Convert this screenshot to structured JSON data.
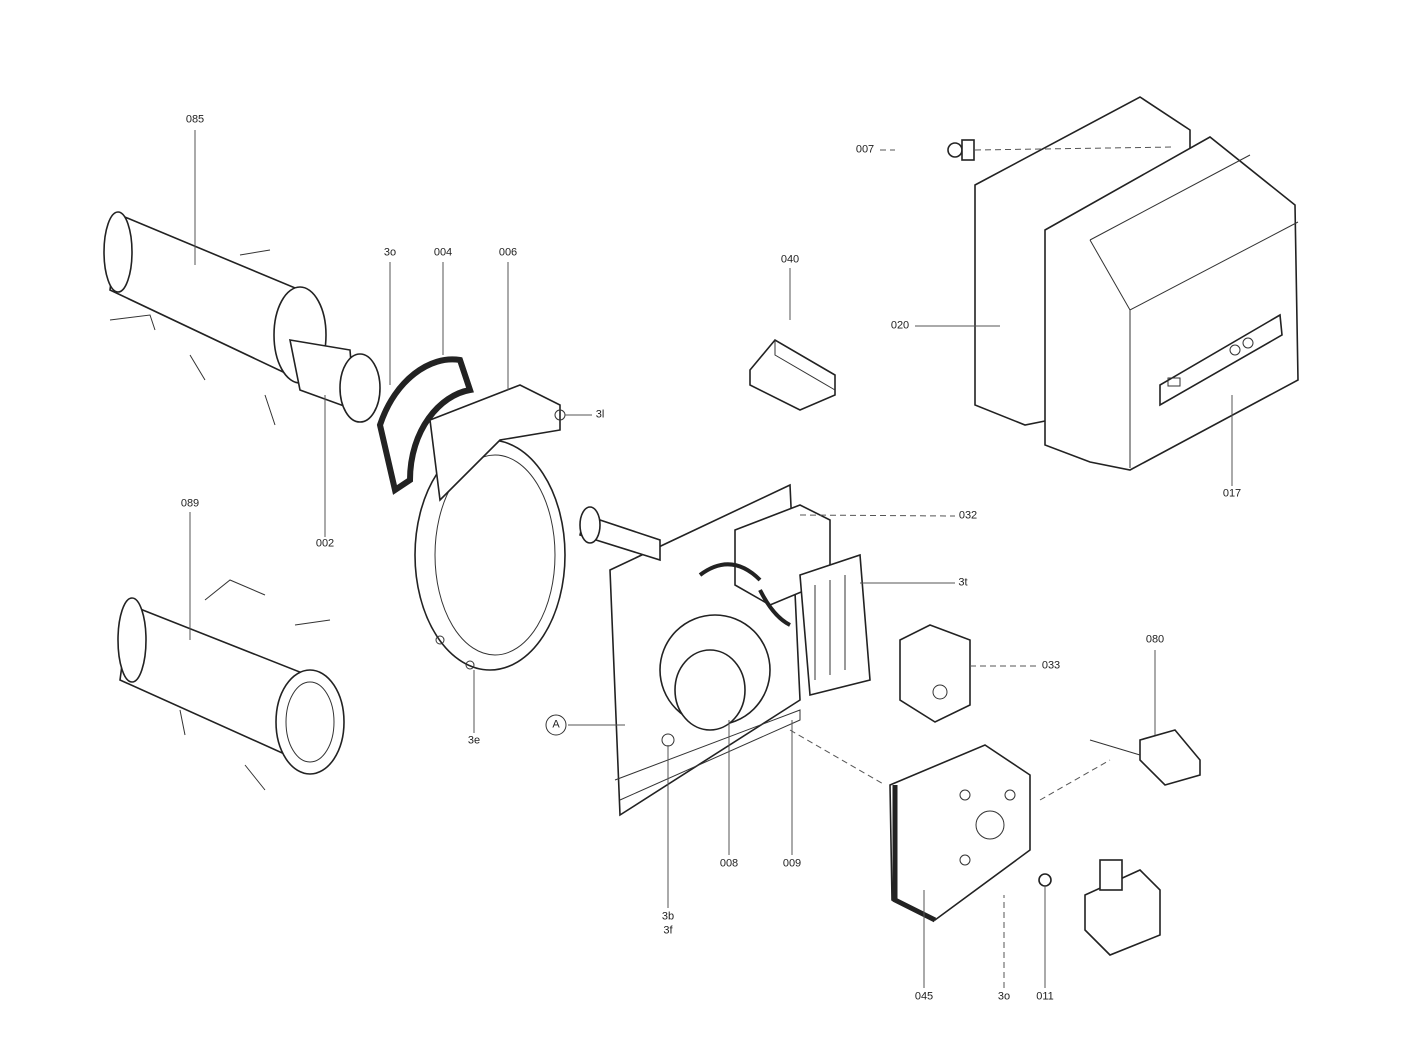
{
  "labels": {
    "l085": "085",
    "l089": "089",
    "l002": "002",
    "l3o_top": "3o",
    "l004": "004",
    "l006": "006",
    "l3l": "3l",
    "l3e": "3e",
    "l040": "040",
    "l007": "007",
    "l020": "020",
    "l017": "017",
    "l032": "032",
    "l3t": "3t",
    "l033": "033",
    "l080": "080",
    "lA": "A",
    "l008": "008",
    "l009": "009",
    "l3b": "3b",
    "l3f": "3f",
    "l045": "045",
    "l3o_bottom": "3o",
    "l011": "011"
  }
}
